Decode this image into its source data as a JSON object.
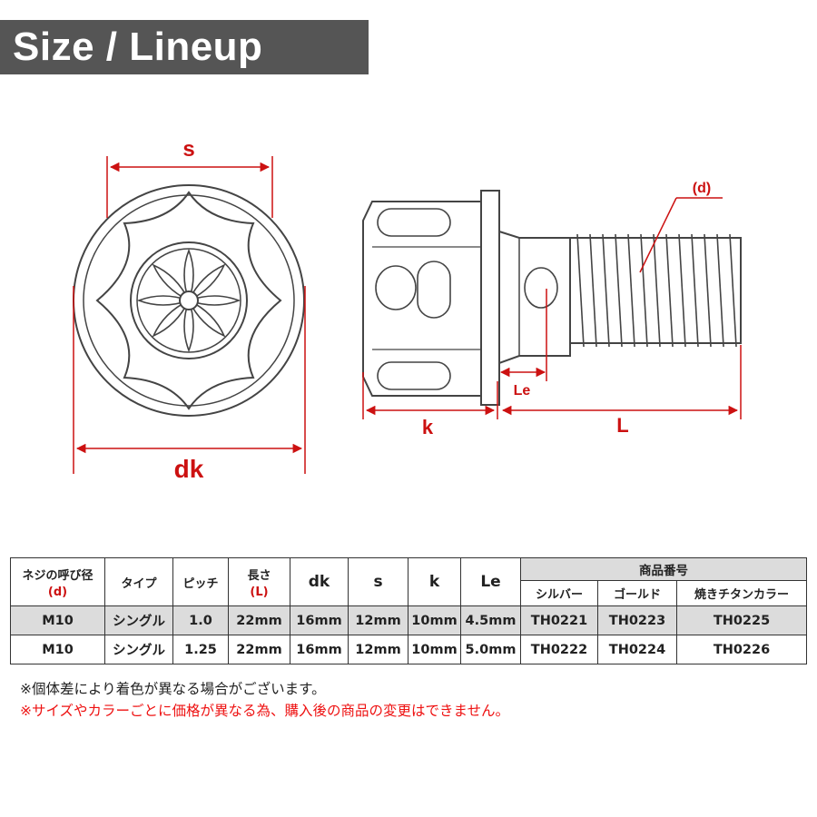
{
  "banner": {
    "title": "Size / Lineup"
  },
  "diagram": {
    "labels": {
      "s": "s",
      "dk": "dk",
      "d": "(d)",
      "k": "k",
      "L": "L",
      "Le": "Le"
    }
  },
  "table": {
    "headers": {
      "thread_line1": "ネジの呼び径",
      "thread_line2": "(d)",
      "type": "タイプ",
      "pitch": "ピッチ",
      "length_line1": "長さ",
      "length_line2": "(L)",
      "dk": "dk",
      "s": "s",
      "k": "k",
      "le": "Le",
      "product_no": "商品番号",
      "silver": "シルバー",
      "gold": "ゴールド",
      "burnt": "焼きチタンカラー"
    },
    "rows": [
      {
        "thread": "M10",
        "type": "シングル",
        "pitch": "1.0",
        "length": "22mm",
        "dk": "16mm",
        "s": "12mm",
        "k": "10mm",
        "le": "4.5mm",
        "silver": "TH0221",
        "gold": "TH0223",
        "burnt": "TH0225"
      },
      {
        "thread": "M10",
        "type": "シングル",
        "pitch": "1.25",
        "length": "22mm",
        "dk": "16mm",
        "s": "12mm",
        "k": "10mm",
        "le": "5.0mm",
        "silver": "TH0222",
        "gold": "TH0224",
        "burnt": "TH0226"
      }
    ]
  },
  "notes": {
    "note1": "※個体差により着色が異なる場合がございます。",
    "note2": "※サイズやカラーごとに価格が異なる為、購入後の商品の変更はできません。"
  },
  "colors": {
    "accent": "#cc1111",
    "banner": "#555555",
    "row_shade": "#dcdcdc"
  }
}
